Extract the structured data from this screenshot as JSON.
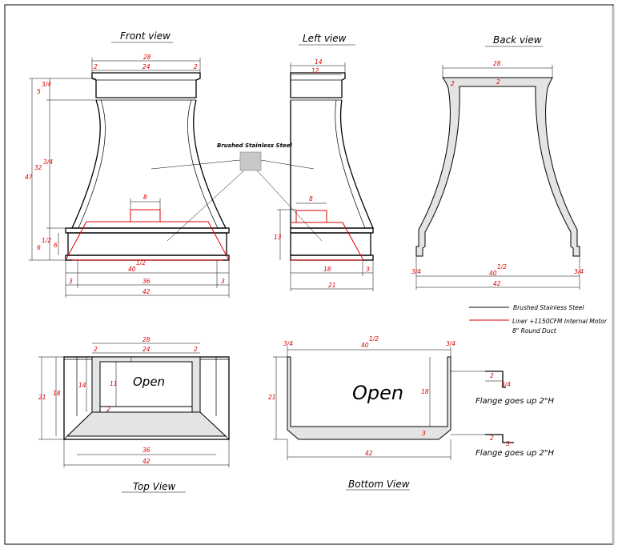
{
  "views": {
    "front": "Front view",
    "left": "Left view",
    "back": "Back view",
    "top": "Top View",
    "bottom": "Bottom View"
  },
  "material_label": "Brushed Stainless Steel",
  "legend": {
    "steel": "Brushed Stainless Steel",
    "liner_line1": "Liner +1150CFM Internal Motor",
    "liner_line2": "8\" Round Duct",
    "colors": {
      "steel": "#000000",
      "liner": "#e00000"
    }
  },
  "open_label": "Open",
  "flange_note": "Flange goes up 2\"H",
  "dims": {
    "front": {
      "top_width": "28",
      "inner_width": "24",
      "left_lip": "2",
      "right_lip": "2",
      "crown_h_whole": "5",
      "crown_h_frac": "3/4",
      "body_h_whole": "32",
      "body_h_frac": "3/4",
      "total_h": "47",
      "duct_w": "8",
      "band_h_whole": "6",
      "band_h_frac": "1/2",
      "base_side": "6",
      "opening_whole": "40",
      "opening_frac": "1/2",
      "left_side": "3",
      "mid_width": "36",
      "right_side": "3",
      "overall": "42"
    },
    "left": {
      "top_depth": "14",
      "inner_depth": "12",
      "duct_w": "8",
      "band_h": "13",
      "base_depth": "18",
      "side": "3",
      "overall": "21"
    },
    "back": {
      "top_width": "28",
      "left_lip": "2",
      "right_lip": "2",
      "left_flange": "3/4",
      "opening_whole": "40",
      "opening_frac": "1/2",
      "right_flange": "3/4",
      "overall": "42"
    },
    "top": {
      "top_width": "28",
      "inner_width": "24",
      "left_lip": "2",
      "right_lip": "2",
      "depth_outer": "21",
      "depth_mid": "18",
      "depth_inner": "14",
      "open_depth": "11",
      "lip": "2",
      "mid_width": "36",
      "overall": "42"
    },
    "bottom": {
      "left_flange": "3/4",
      "opening_whole": "40",
      "opening_frac": "1/2",
      "right_flange": "3/4",
      "depth_outer": "21",
      "depth_inner": "18",
      "lip": "3",
      "overall": "42"
    },
    "flange_detail": {
      "upper_h": "2",
      "upper_w": "3/4",
      "lower_h": "2",
      "lower_w": "3"
    }
  }
}
